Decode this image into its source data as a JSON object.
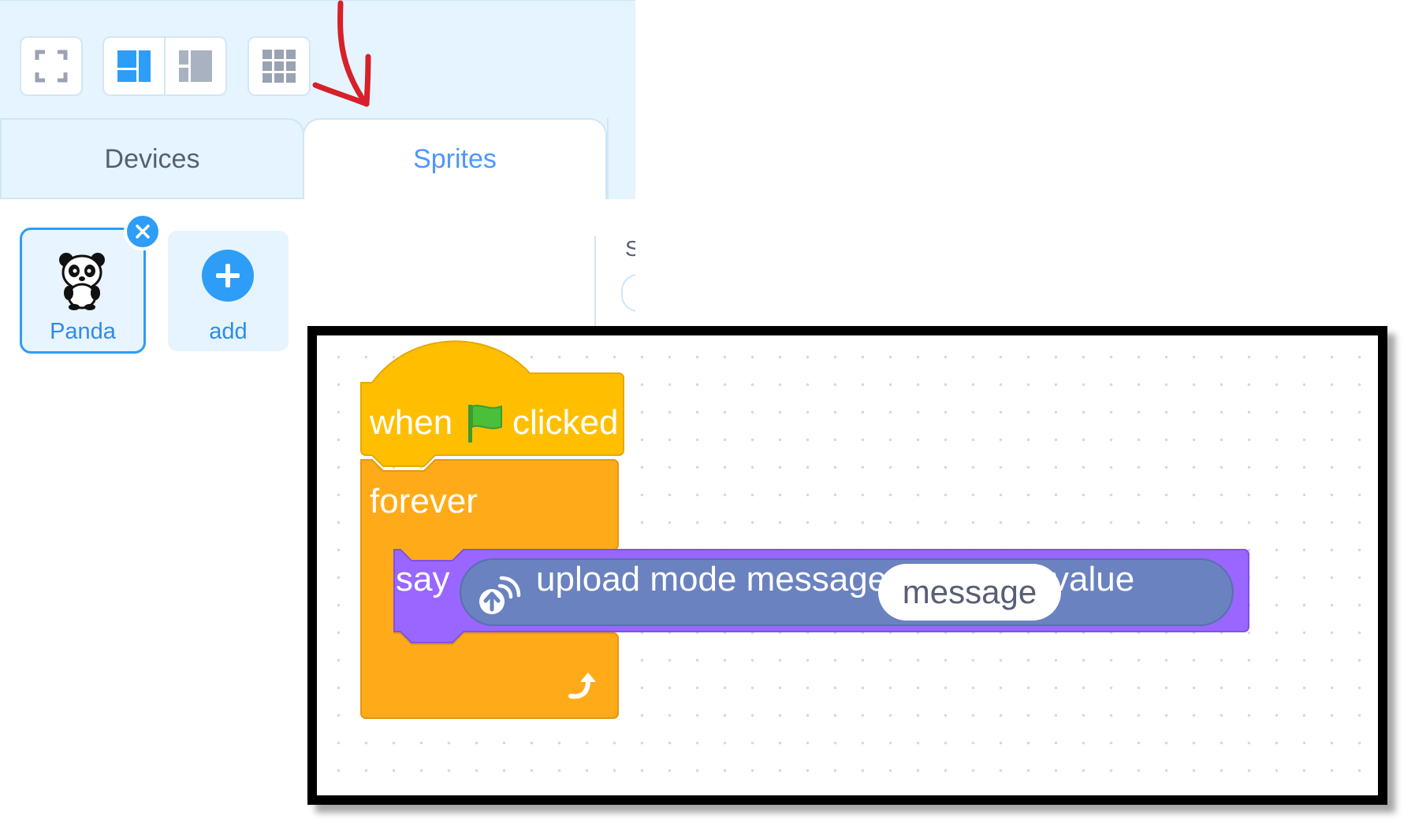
{
  "toolbar": {
    "buttons": [
      "fullscreen-icon",
      "layout-stage-icon",
      "layout-small-icon",
      "grid-icon"
    ]
  },
  "tabs": {
    "devices": "Devices",
    "sprites": "Sprites"
  },
  "sprites": {
    "items": [
      {
        "name": "Panda",
        "icon": "panda-icon",
        "selected": true
      }
    ],
    "add_label": "add"
  },
  "code": {
    "hat": {
      "prefix": "when",
      "icon": "green-flag-icon",
      "suffix": "clicked",
      "color": "#ffbf00"
    },
    "forever": {
      "label": "forever",
      "icon": "loop-arrow-icon",
      "color": "#ffab19"
    },
    "say": {
      "label": "say",
      "color": "#9966ff"
    },
    "reporter": {
      "icon": "upload-mode-icon",
      "label": "upload mode message",
      "input_value": "message",
      "suffix": "value",
      "color": "#6a82bf"
    }
  },
  "colors": {
    "accent": "#2e9df7",
    "toolbar_bg": "#e5f4ff",
    "annotation_arrow": "#d6202a"
  }
}
